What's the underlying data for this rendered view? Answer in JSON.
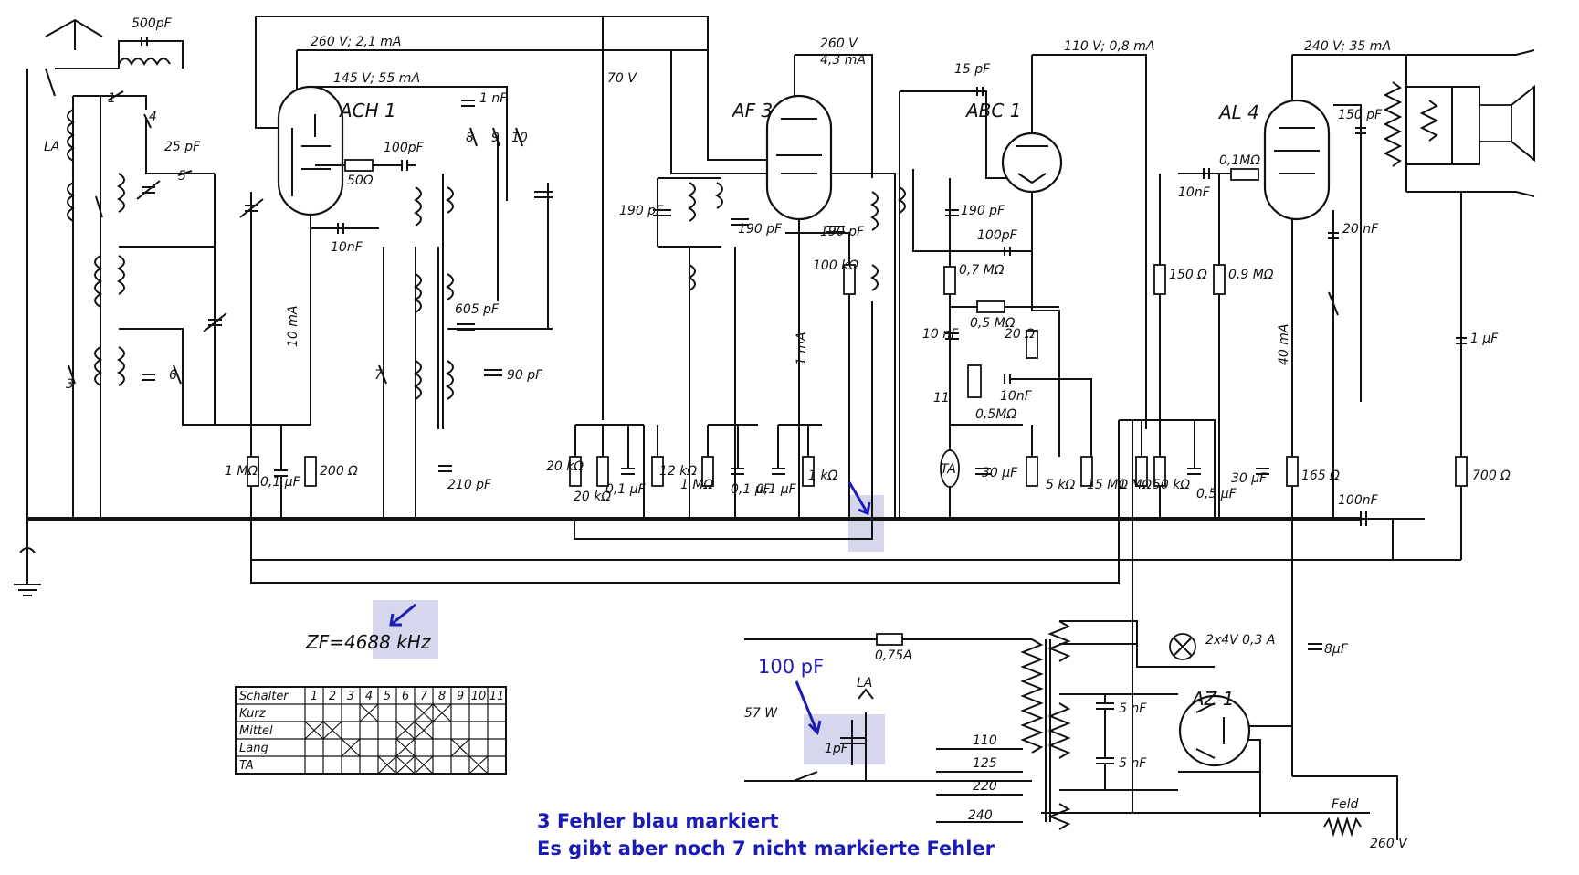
{
  "labels": {
    "c500": "500pF",
    "ach1": "ACH 1",
    "af3": "AF 3",
    "abc1": "ABC 1",
    "al4": "AL 4",
    "az1": "AZ 1",
    "v260_21": "260 V; 2,1 mA",
    "v145": "145 V; 55 mA",
    "v70": "70 V",
    "v260_43a": "260 V",
    "v260_43b": "4,3 mA",
    "v110": "110 V; 0,8 mA",
    "v240": "240 V; 35 mA",
    "la": "LA",
    "c25": "25 pF",
    "r50": "50Ω",
    "c100pf": "100pF",
    "c1nf": "1 nF",
    "c10nf": "10nF",
    "c605": "605 pF",
    "c90": "90 pF",
    "c210": "210 pF",
    "c190a": "190 pF",
    "c190b": "190 pF",
    "c190c": "190 pF",
    "c190d": "190 pF",
    "c15": "15 pF",
    "r100k": "100 kΩ",
    "c100pf2": "100pF",
    "r07": "0,7 MΩ",
    "r05a": "0,5 MΩ",
    "r20": "20 Ω",
    "c10nf2": "10 nF",
    "c10nf3": "10nF",
    "r05b": "0,5MΩ",
    "ta": "TA",
    "c30a": "30 µF",
    "c10nf4": "10nF",
    "r01": "0,1MΩ",
    "r150": "150 Ω",
    "r09": "0,9 MΩ",
    "c150": "150 pF",
    "c20": "20 nF",
    "c1uf": "1 µF",
    "ma10": "10 mA",
    "ma1": "1 mA",
    "ma40": "40 mA",
    "r1m_a": "1 MΩ",
    "c01a": "0,1 µF",
    "r200": "200 Ω",
    "r20k_a": "20 kΩ",
    "r20k_b": "20 kΩ",
    "c01b": "0,1 µF",
    "r12k": "12 kΩ",
    "r1m_b": "1 MΩ",
    "c01c": "0,1 µF",
    "c01d": "0,1 µF",
    "r1k": "1 kΩ",
    "r5k": "5 kΩ",
    "r15m": "15 MΩ",
    "r1m_c": "1 MΩ",
    "r50k": "50 kΩ",
    "c05": "0,5 µF",
    "c30b": "30 µF",
    "r165": "165 Ω",
    "c100nf": "100nF",
    "r700": "700 Ω",
    "zf": "ZF=4688 kHz",
    "fuse": "0,75A",
    "lamp": "2x4V 0,3 A",
    "c8uf": "8µF",
    "c5a": "5 nF",
    "c5b": "5 nF",
    "w57": "57 W",
    "la2": "LA",
    "c1pf": "1pF",
    "t110": "110",
    "t125": "125",
    "t220": "220",
    "t240": "240",
    "feld": "Feld",
    "v260b": "260 V",
    "sw1": "1",
    "sw3": "3",
    "sw4": "4",
    "sw5": "5",
    "sw6": "6",
    "sw7": "7",
    "sw8": "8",
    "sw9": "9",
    "sw10": "10",
    "sw11": "11"
  },
  "annotations": {
    "correction": "100 pF",
    "line1": "3 Fehler blau markiert",
    "line2": "Es gibt aber noch 7 nicht markierte Fehler",
    "color": "#1c1cb4",
    "highlight": "#c8c8e6"
  },
  "table": {
    "header": [
      "Schalter",
      "1",
      "2",
      "3",
      "4",
      "5",
      "6",
      "7",
      "8",
      "9",
      "10",
      "11"
    ],
    "rows": [
      {
        "label": "Kurz",
        "crossed": [
          4,
          7,
          8
        ]
      },
      {
        "label": "Mittel",
        "crossed": [
          1,
          2,
          6,
          7
        ]
      },
      {
        "label": "Lang",
        "crossed": [
          3,
          6,
          9
        ]
      },
      {
        "label": "TA",
        "crossed": [
          5,
          6,
          7,
          10
        ]
      }
    ]
  }
}
